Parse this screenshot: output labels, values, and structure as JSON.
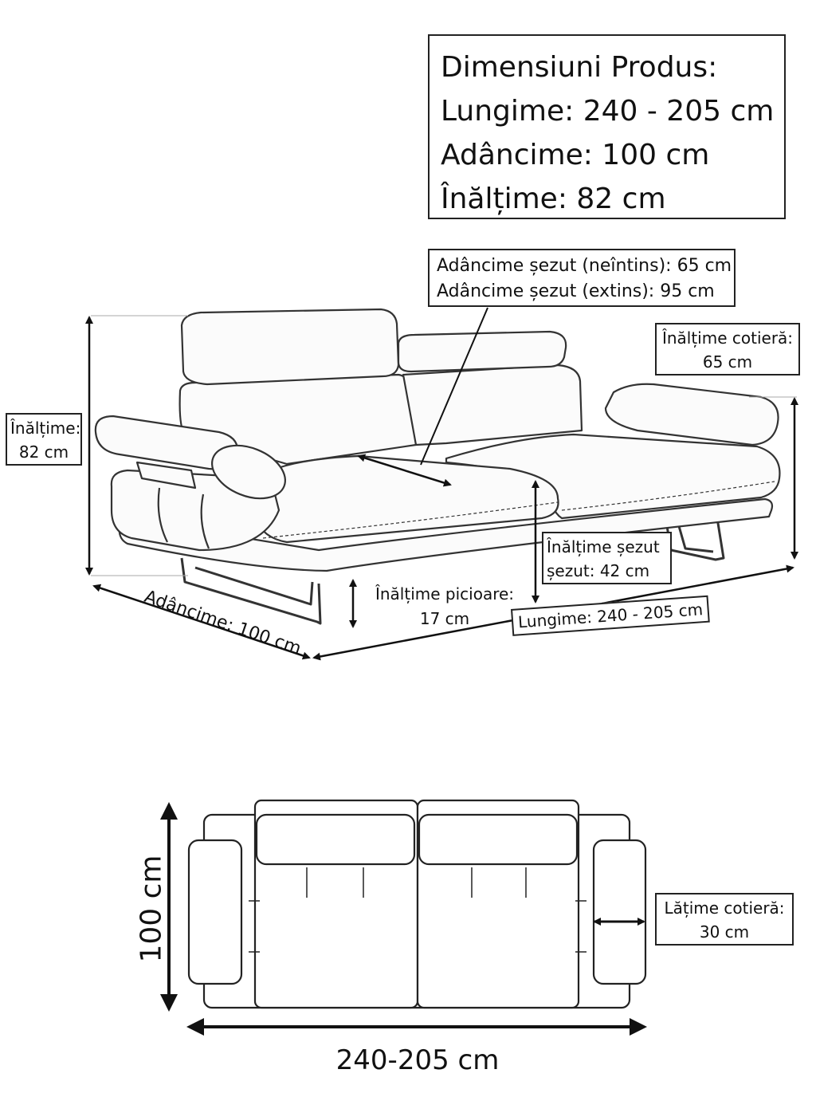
{
  "product_dimensions": {
    "title": "Dimensiuni Produs:",
    "length": "Lungime: 240 - 205 cm",
    "depth": "Adâncime: 100 cm",
    "height": "Înălțime: 82 cm"
  },
  "seat_depth": {
    "retracted": "Adâncime șezut (neîntins): 65 cm",
    "extended": "Adâncime șezut (extins): 95 cm"
  },
  "armrest_height": {
    "label": "Înălțime cotieră:",
    "value": "65 cm"
  },
  "height": {
    "label": "Înălțime:",
    "value": "82 cm"
  },
  "seat_height": {
    "label": "Înălțime șezut",
    "value": "șezut: 42 cm"
  },
  "leg_height": {
    "label": "Înălțime picioare:",
    "value": "17 cm"
  },
  "depth_label": "Adâncime: 100 cm",
  "length_label": "Lungime: 240 - 205 cm",
  "top_view": {
    "depth": "100 cm",
    "length": "240-205 cm",
    "armrest_width_label": "Lățime cotieră:",
    "armrest_width_value": "30 cm"
  }
}
